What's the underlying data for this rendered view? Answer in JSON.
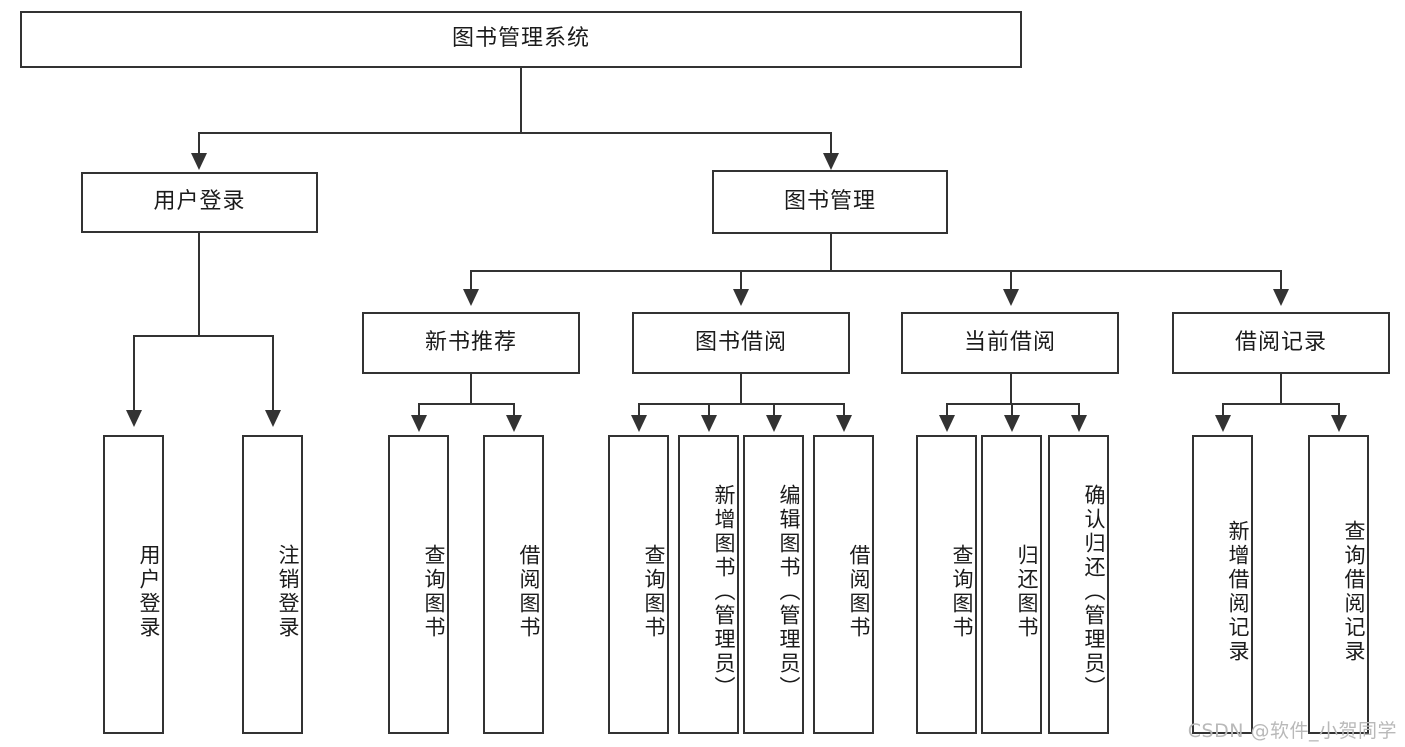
{
  "diagram": {
    "type": "tree",
    "title": "图书管理系统",
    "watermark": "CSDN @软件_小贺同学",
    "root": {
      "id": "root",
      "label": "图书管理系统"
    },
    "level2": [
      {
        "id": "user-login",
        "label": "用户登录"
      },
      {
        "id": "book-manage",
        "label": "图书管理"
      }
    ],
    "level3": [
      {
        "id": "new-book-rec",
        "label": "新书推荐",
        "parent": "book-manage"
      },
      {
        "id": "book-borrow",
        "label": "图书借阅",
        "parent": "book-manage"
      },
      {
        "id": "current-borrow",
        "label": "当前借阅",
        "parent": "book-manage"
      },
      {
        "id": "borrow-record",
        "label": "借阅记录",
        "parent": "book-manage"
      }
    ],
    "leaves": [
      {
        "id": "leaf-user-login",
        "label": "用户登录",
        "parent": "user-login"
      },
      {
        "id": "leaf-logout",
        "label": "注销登录",
        "parent": "user-login"
      },
      {
        "id": "leaf-query-book-1",
        "label": "查询图书",
        "parent": "new-book-rec"
      },
      {
        "id": "leaf-borrow-book-1",
        "label": "借阅图书",
        "parent": "new-book-rec"
      },
      {
        "id": "leaf-query-book-2",
        "label": "查询图书",
        "parent": "book-borrow"
      },
      {
        "id": "leaf-add-book",
        "label": "新增图书（管理员）",
        "parent": "book-borrow"
      },
      {
        "id": "leaf-edit-book",
        "label": "编辑图书（管理员）",
        "parent": "book-borrow"
      },
      {
        "id": "leaf-borrow-book-2",
        "label": "借阅图书",
        "parent": "book-borrow"
      },
      {
        "id": "leaf-query-book-3",
        "label": "查询图书",
        "parent": "current-borrow"
      },
      {
        "id": "leaf-return-book",
        "label": "归还图书",
        "parent": "current-borrow"
      },
      {
        "id": "leaf-confirm-return",
        "label": "确认归还（管理员）",
        "parent": "current-borrow"
      },
      {
        "id": "leaf-add-record",
        "label": "新增借阅记录",
        "parent": "borrow-record"
      },
      {
        "id": "leaf-query-record",
        "label": "查询借阅记录",
        "parent": "borrow-record"
      }
    ],
    "colors": {
      "border": "#333333",
      "background": "#ffffff",
      "text": "#1b1b1b",
      "watermark": "#b9b9b9"
    }
  }
}
